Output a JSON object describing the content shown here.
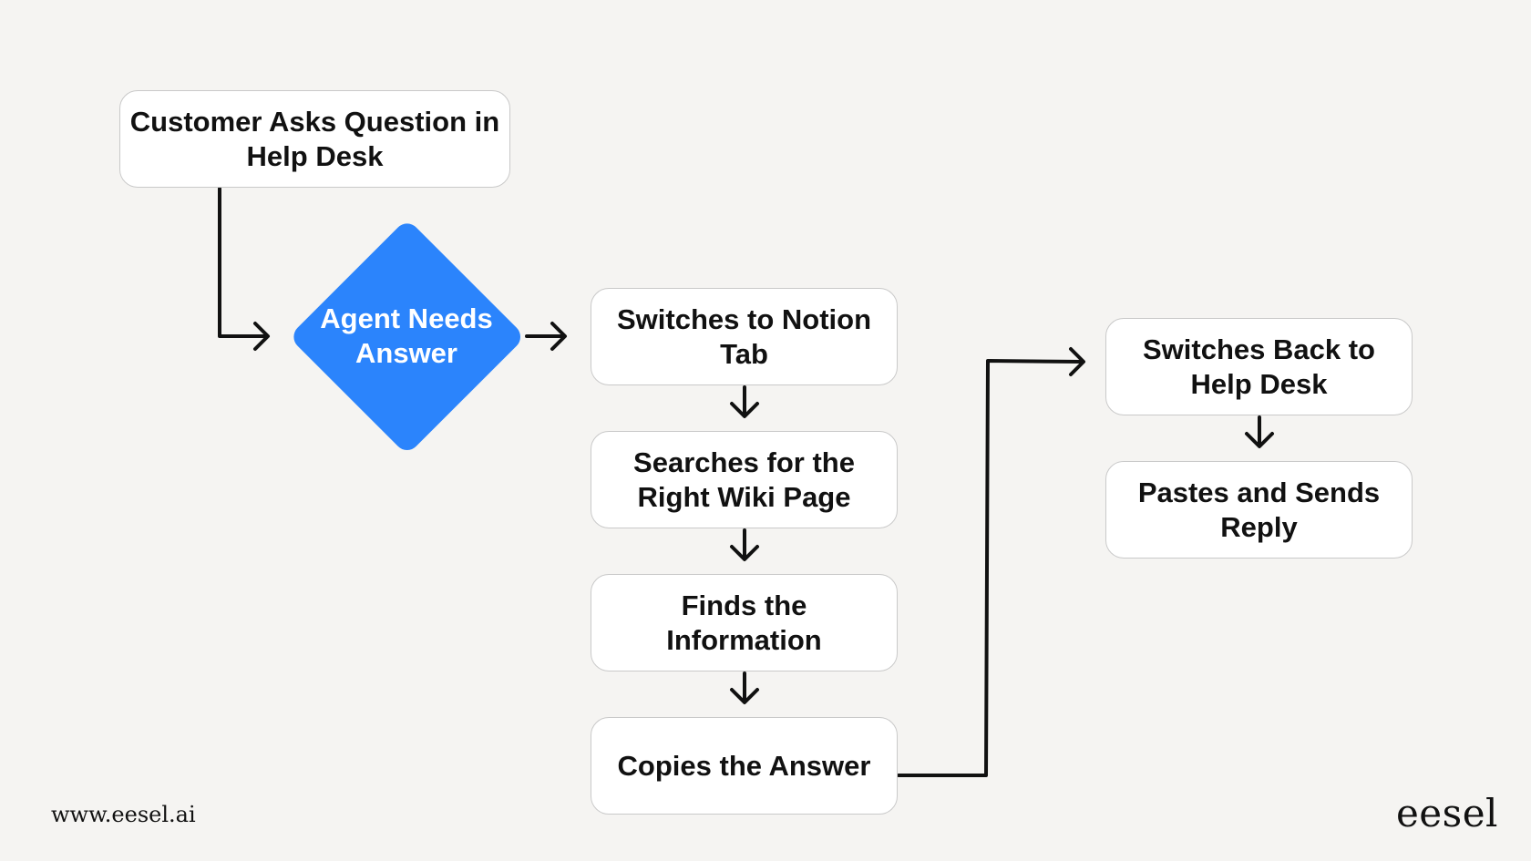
{
  "diagram": {
    "nodes": {
      "customer_asks": "Customer Asks Question in Help Desk",
      "agent_needs": "Agent Needs Answer",
      "switch_notion": "Switches to Notion Tab",
      "search_wiki": "Searches for the Right Wiki Page",
      "find_info": "Finds the Information",
      "copy_answer": "Copies the Answer",
      "switch_back": "Switches Back to Help Desk",
      "paste_send": "Pastes and Sends Reply"
    },
    "colors": {
      "decision_fill": "#2b84fc",
      "box_fill": "#ffffff",
      "box_border": "#c9c9c9",
      "connector": "#111111",
      "background": "#f5f4f2"
    }
  },
  "footer": {
    "url": "www.eesel.ai",
    "brand": "eesel"
  }
}
